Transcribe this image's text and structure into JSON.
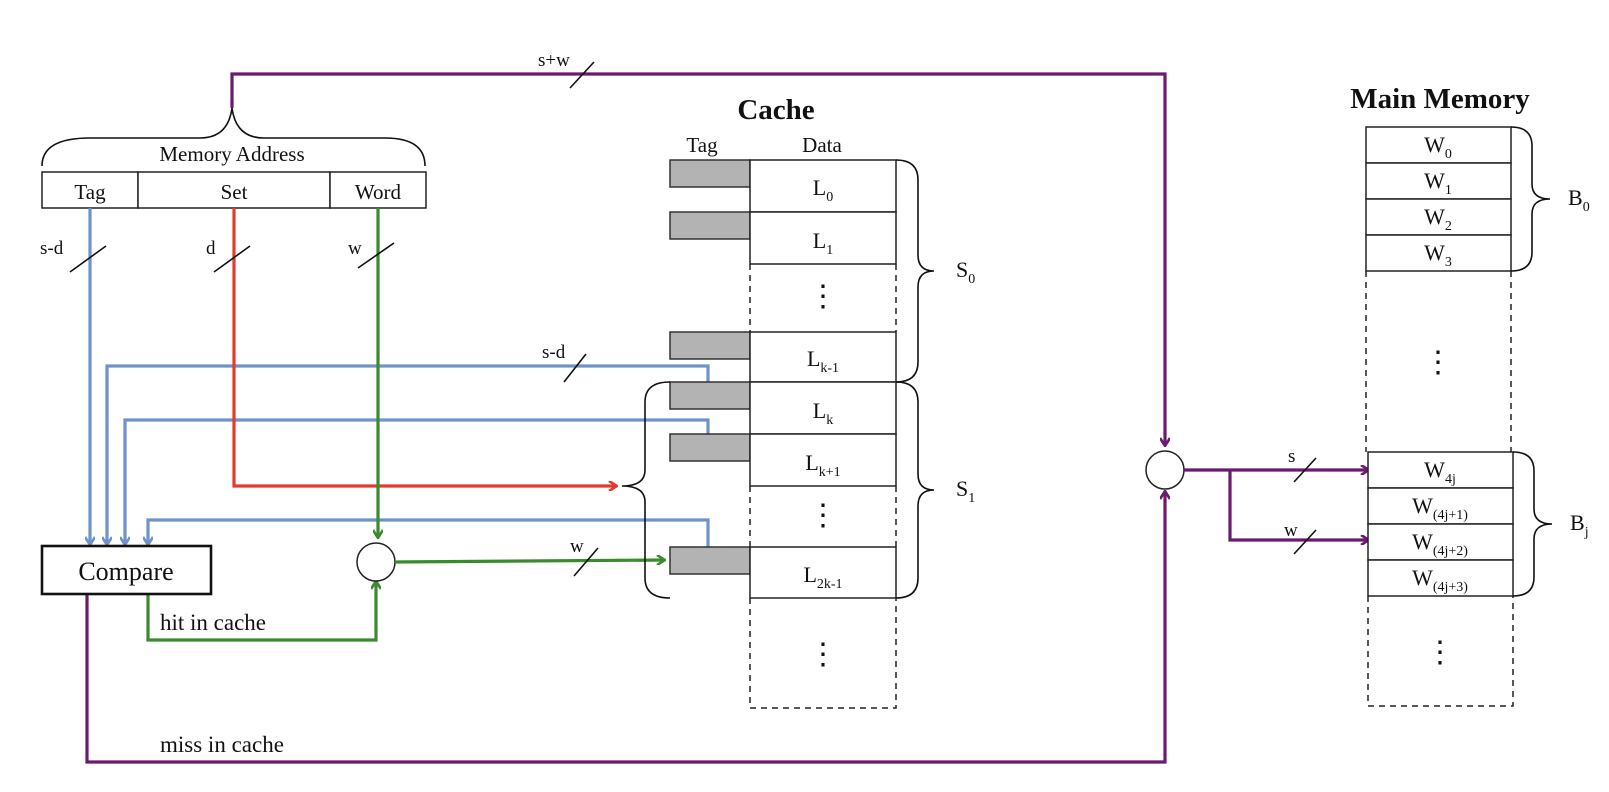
{
  "colors": {
    "tag_path": "#6f93c8",
    "set_path": "#e53a2f",
    "word_path": "#3a8a2e",
    "memory_path": "#6a1b6e",
    "tag_cell_fill": "#b3b3b3"
  },
  "address": {
    "label": "Memory Address",
    "fields": {
      "tag": "Tag",
      "set": "Set",
      "word": "Word"
    },
    "bus_labels": {
      "top": "s+w",
      "tag": "s-d",
      "set": "d",
      "word": "w"
    }
  },
  "cache": {
    "title": "Cache",
    "col_tag": "Tag",
    "col_data": "Data",
    "lines": [
      {
        "base": "L",
        "sub": "0"
      },
      {
        "base": "L",
        "sub": "1"
      },
      {
        "base": "L",
        "sub": "k-1"
      },
      {
        "base": "L",
        "sub": "k"
      },
      {
        "base": "L",
        "sub": "k+1"
      },
      {
        "base": "L",
        "sub": "2k-1"
      }
    ],
    "sets": [
      {
        "base": "S",
        "sub": "0"
      },
      {
        "base": "S",
        "sub": "1"
      }
    ],
    "bus_labels": {
      "tag_compare": "s-d",
      "word_select": "w"
    }
  },
  "compare": {
    "label": "Compare",
    "hit": "hit in cache",
    "miss": "miss in cache"
  },
  "main_memory": {
    "title": "Main Memory",
    "words_top": [
      {
        "base": "W",
        "sub": "0"
      },
      {
        "base": "W",
        "sub": "1"
      },
      {
        "base": "W",
        "sub": "2"
      },
      {
        "base": "W",
        "sub": "3"
      }
    ],
    "words_bottom": [
      {
        "base": "W",
        "sub": "4j"
      },
      {
        "base": "W",
        "sub": "(4j+1)"
      },
      {
        "base": "W",
        "sub": "(4j+2)"
      },
      {
        "base": "W",
        "sub": "(4j+3)"
      }
    ],
    "blocks": [
      {
        "base": "B",
        "sub": "0"
      },
      {
        "base": "B",
        "sub": "j"
      }
    ],
    "bus_labels": {
      "s": "s",
      "w": "w"
    }
  },
  "ellipsis": "⋮"
}
